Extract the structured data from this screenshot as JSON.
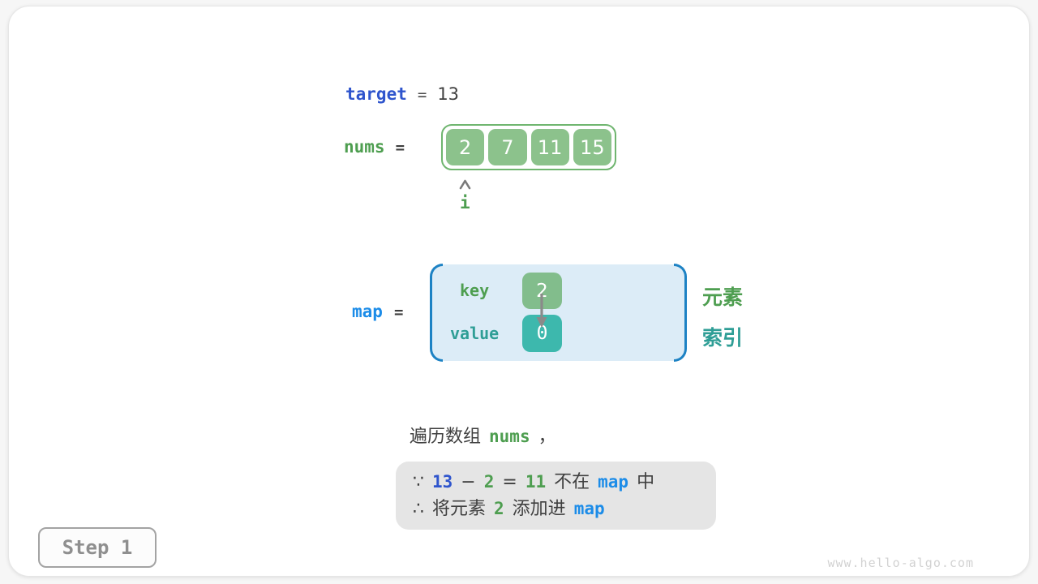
{
  "target": {
    "label": "target",
    "equals": "=",
    "value": "13"
  },
  "nums": {
    "label": "nums",
    "equals": "=",
    "cells": [
      "2",
      "7",
      "11",
      "15"
    ],
    "pointer_label": "i"
  },
  "map": {
    "label": "map",
    "equals": "=",
    "key_label": "key",
    "value_label": "value",
    "key_cell": "2",
    "value_cell": "0",
    "element_label": "元素",
    "index_label": "索引"
  },
  "caption": {
    "prefix": "遍历数组",
    "code": "nums",
    "suffix": "，"
  },
  "note": {
    "line1": {
      "because": "∵",
      "n1": "13",
      "minus": "−",
      "n2": "2",
      "eq": "=",
      "n3": "11",
      "text1": "不在",
      "code": "map",
      "text2": "中"
    },
    "line2": {
      "therefore": "∴",
      "text1": "将元素",
      "n1": "2",
      "text2": "添加进",
      "code": "map"
    }
  },
  "step": {
    "label": "Step 1"
  },
  "watermark": "www.hello-algo.com",
  "colors": {
    "indigo_code": "#2f55cd",
    "blue_code": "#1c8ce8",
    "green_code": "#4e9e50",
    "teal_code": "#2f9e96",
    "array_cell_fill": "#8cc28c",
    "array_border": "#6fb56f",
    "key_cell_fill": "#82bd8c",
    "value_cell_fill": "#3db8ad",
    "map_fill": "#dcecf7",
    "map_bracket": "#1d82c4",
    "note_fill": "#e5e5e5",
    "text_dark": "#3f3f3f"
  }
}
